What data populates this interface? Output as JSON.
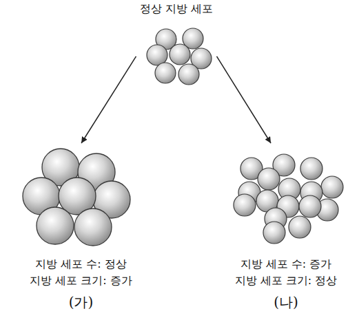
{
  "diagram": {
    "nodes": [
      {
        "text": [
          "정상 지방 세포"
        ]
      },
      {
        "text": [
          "지방 세포 수: 정상",
          "지방 세포 크기: 증가",
          "(가)"
        ]
      },
      {
        "text": [
          "지방 세포 수: 증가",
          "지방 세포 크기: 정상",
          "(나)"
        ]
      }
    ],
    "edges": [
      {
        "from": 0,
        "to": 1,
        "arrow": "to"
      },
      {
        "from": 0,
        "to": 2,
        "arrow": "to"
      }
    ]
  }
}
